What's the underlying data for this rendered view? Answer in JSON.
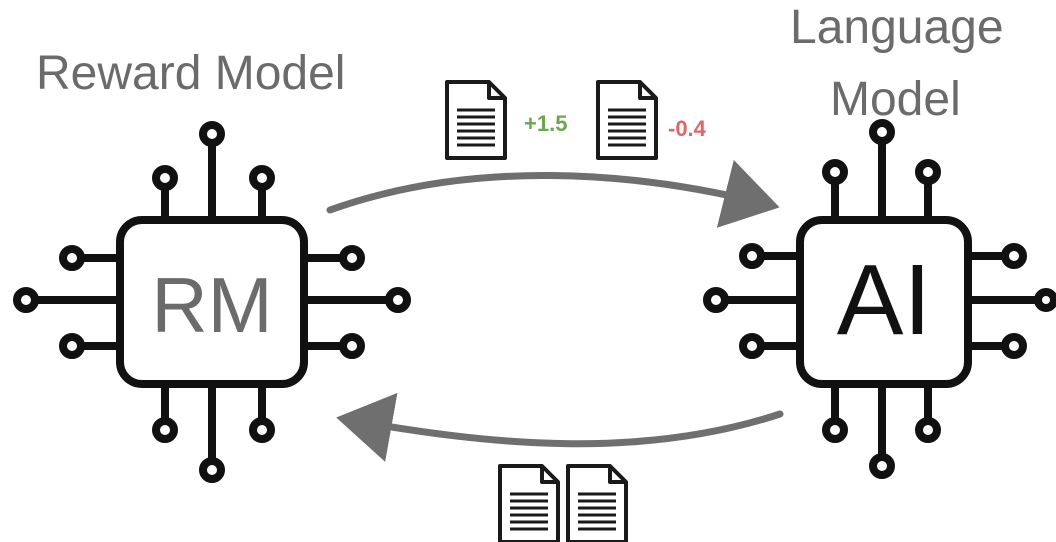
{
  "reward_model": {
    "title": "Reward Model",
    "chip_label": "RM"
  },
  "language_model": {
    "title_line1": "Language",
    "title_line2": "Model",
    "chip_label": "AI"
  },
  "scores": {
    "positive": "+1.5",
    "negative": "-0.4"
  },
  "colors": {
    "positive": "#6aa84f",
    "negative": "#e06666",
    "arrow": "#6f6f6f",
    "chip": "#111111",
    "label": "#6b6b6b"
  },
  "icons": {
    "chip": "circuit-chip-icon",
    "document": "document-icon",
    "arrow": "arrow-icon"
  }
}
